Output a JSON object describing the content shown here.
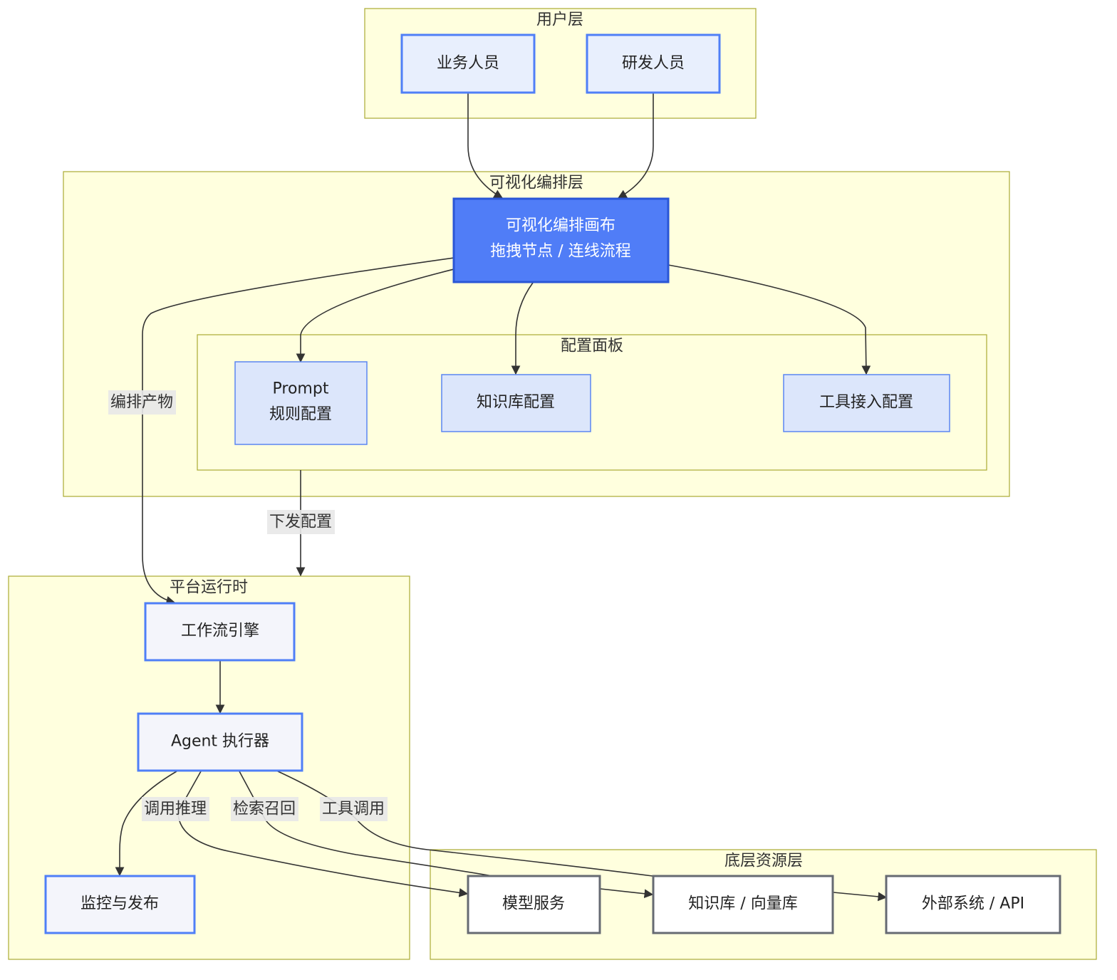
{
  "groups": {
    "user_layer": {
      "title": "用户层"
    },
    "visual_layer": {
      "title": "可视化编排层"
    },
    "config_panel": {
      "title": "配置面板"
    },
    "runtime": {
      "title": "平台运行时"
    },
    "resources": {
      "title": "底层资源层"
    }
  },
  "nodes": {
    "business_user": {
      "label": "业务人员"
    },
    "developer": {
      "label": "研发人员"
    },
    "canvas": {
      "line1": "可视化编排画布",
      "line2": "拖拽节点 / 连线流程"
    },
    "prompt_config": {
      "line1": "Prompt",
      "line2": "规则配置"
    },
    "kb_config": {
      "label": "知识库配置"
    },
    "tool_config": {
      "label": "工具接入配置"
    },
    "workflow_engine": {
      "label": "工作流引擎"
    },
    "agent_executor": {
      "label": "Agent 执行器"
    },
    "monitor_publish": {
      "label": "监控与发布"
    },
    "model_service": {
      "label": "模型服务"
    },
    "kb_vector": {
      "label": "知识库 / 向量库"
    },
    "external_api": {
      "label": "外部系统 / API"
    }
  },
  "edge_labels": {
    "artifact": "编排产物",
    "dispatch": "下发配置",
    "infer": "调用推理",
    "retrieve": "检索召回",
    "tool_call": "工具调用"
  },
  "colors": {
    "group_fill": "#ffffde",
    "group_stroke": "#aaaa33",
    "node_border": "#4f7ff7",
    "canvas_fill": "#507df7",
    "config_fill": "#dce6fb",
    "resource_border": "#666a72",
    "edge": "#333333"
  }
}
